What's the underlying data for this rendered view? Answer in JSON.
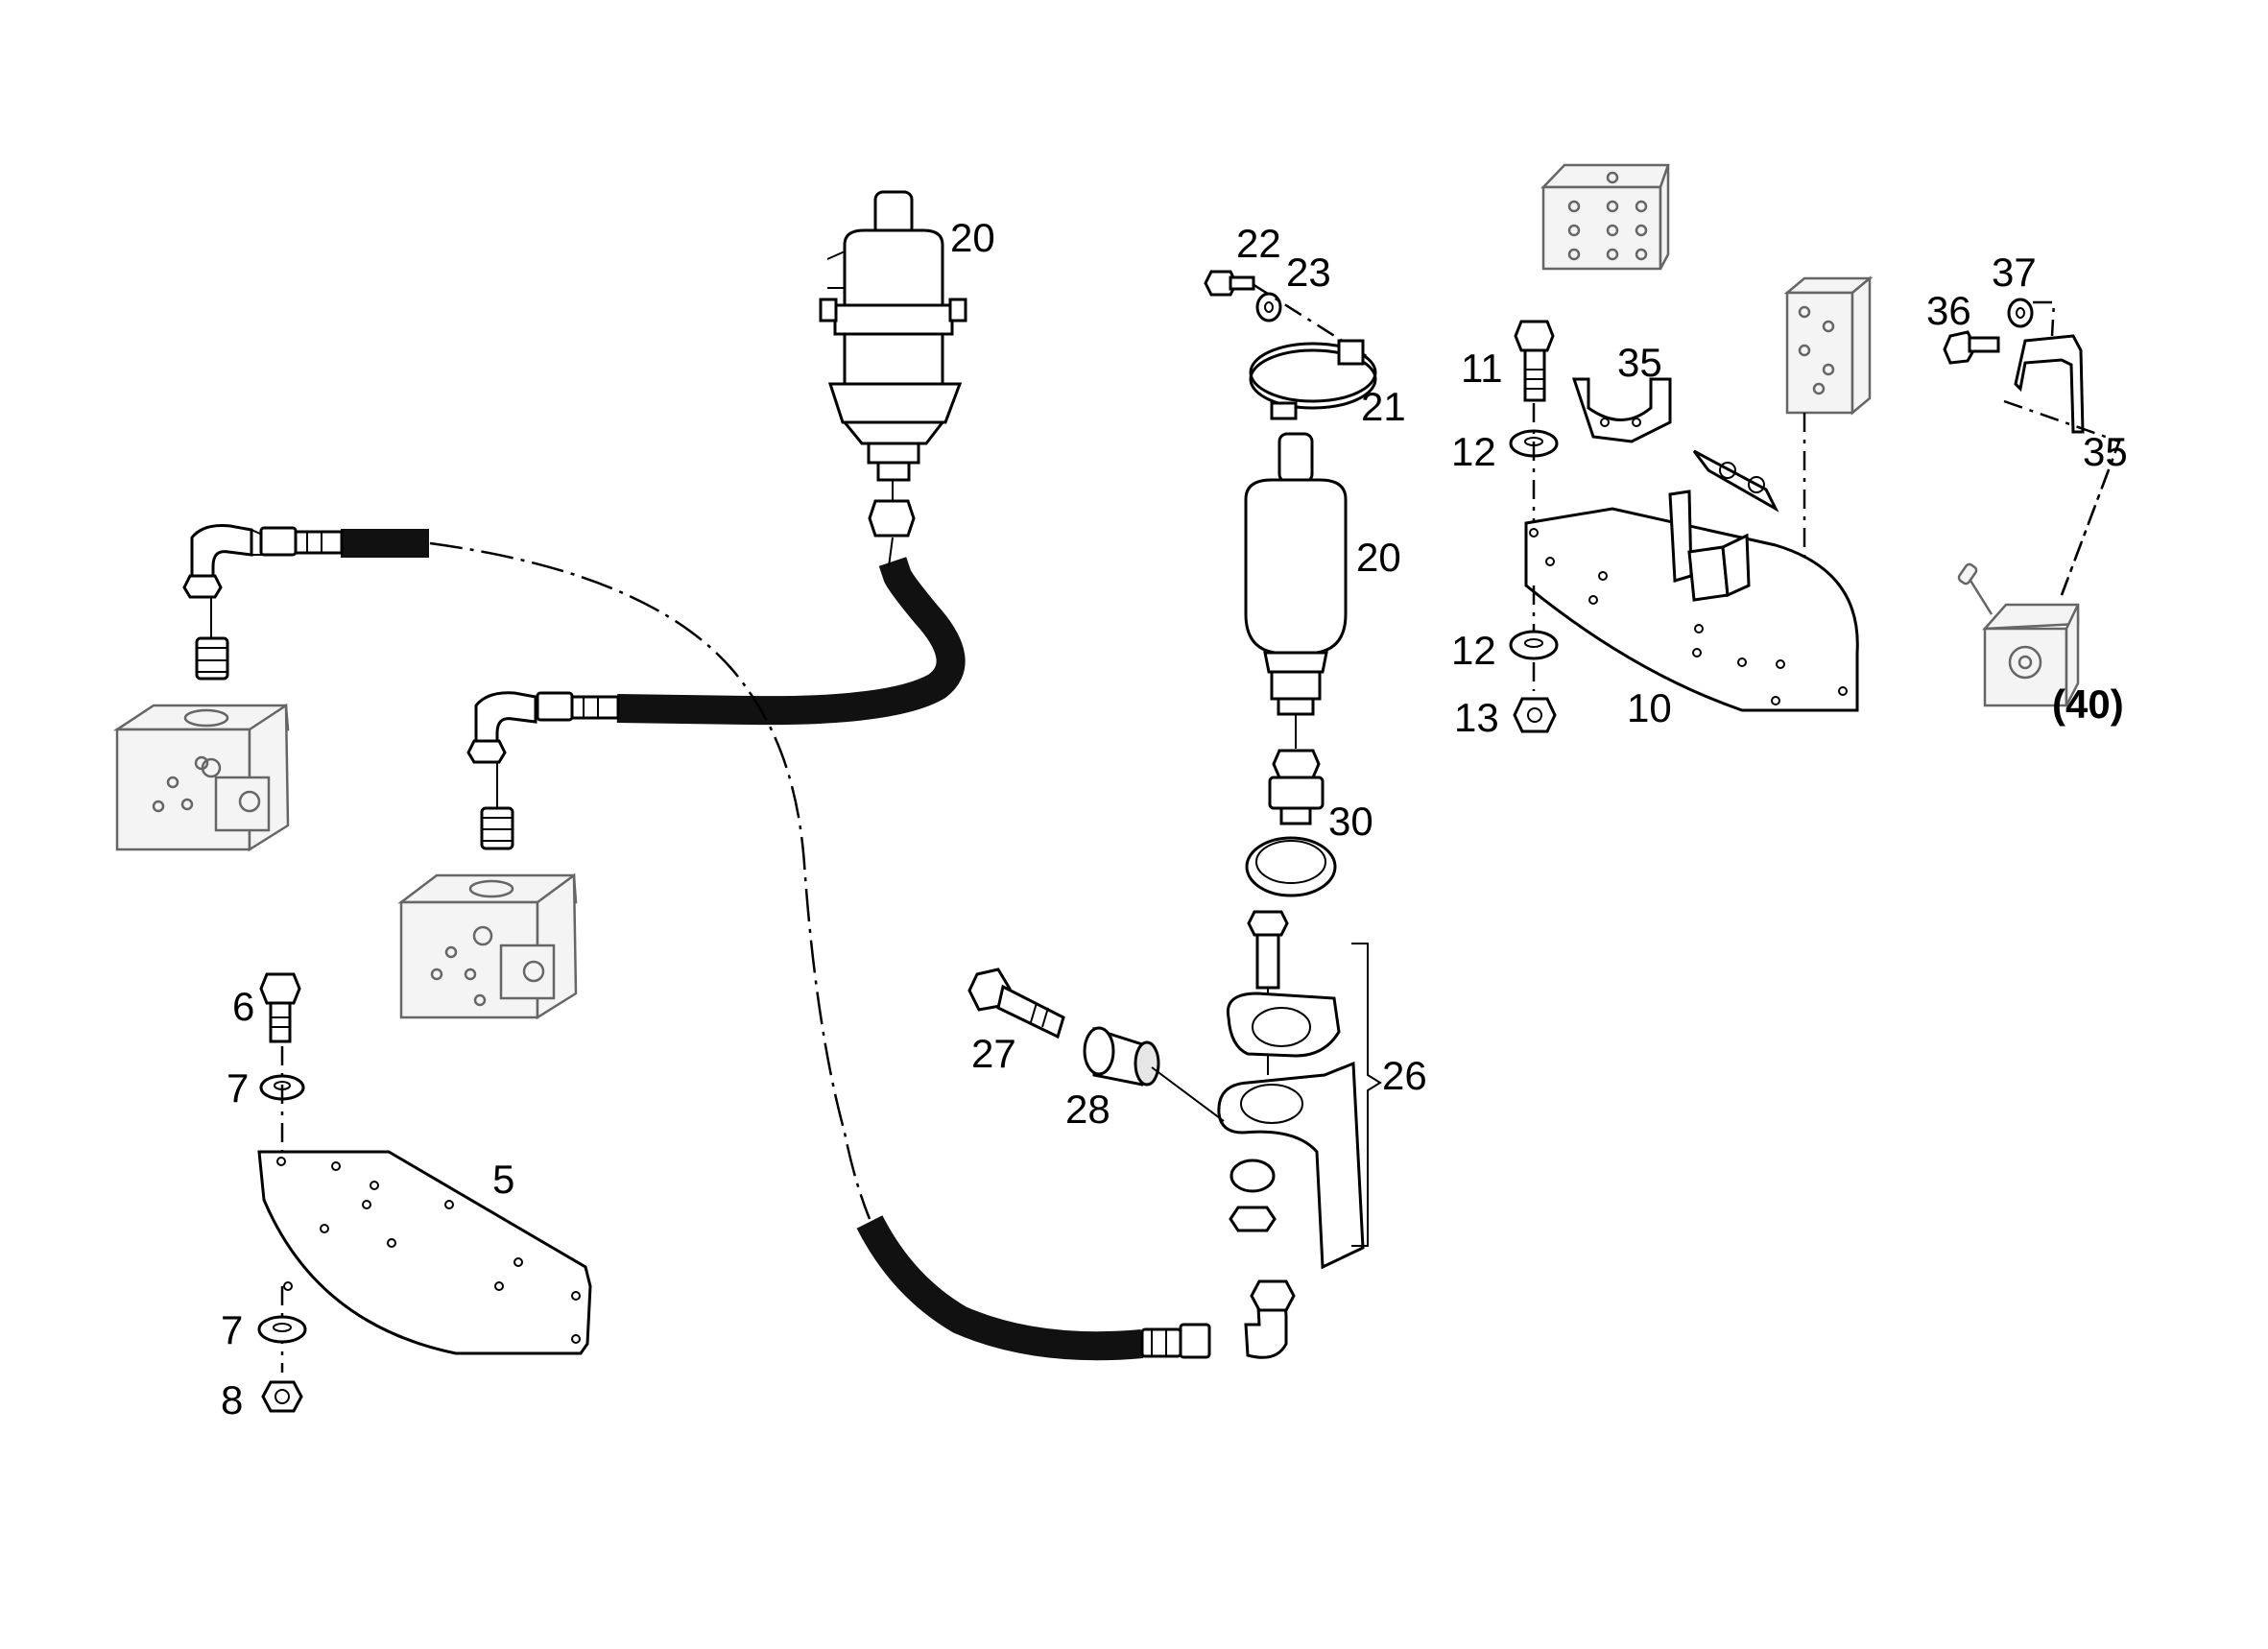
{
  "diagram": {
    "callouts": [
      {
        "id": "label-20-top",
        "text": "20"
      },
      {
        "id": "label-22",
        "text": "22"
      },
      {
        "id": "label-23",
        "text": "23"
      },
      {
        "id": "label-21",
        "text": "21"
      },
      {
        "id": "label-20-mid",
        "text": "20"
      },
      {
        "id": "label-11",
        "text": "11"
      },
      {
        "id": "label-35-mid",
        "text": "35"
      },
      {
        "id": "label-12-top",
        "text": "12"
      },
      {
        "id": "label-12-bottom",
        "text": "12"
      },
      {
        "id": "label-13",
        "text": "13"
      },
      {
        "id": "label-10",
        "text": "10"
      },
      {
        "id": "label-37",
        "text": "37"
      },
      {
        "id": "label-36",
        "text": "36"
      },
      {
        "id": "label-35-right",
        "text": "35"
      },
      {
        "id": "label-40",
        "text": "(40)"
      },
      {
        "id": "label-30",
        "text": "30"
      },
      {
        "id": "label-26",
        "text": "26"
      },
      {
        "id": "label-27",
        "text": "27"
      },
      {
        "id": "label-28",
        "text": "28"
      },
      {
        "id": "label-6",
        "text": "6"
      },
      {
        "id": "label-7-top",
        "text": "7"
      },
      {
        "id": "label-5",
        "text": "5"
      },
      {
        "id": "label-7-bottom",
        "text": "7"
      },
      {
        "id": "label-8",
        "text": "8"
      }
    ]
  }
}
